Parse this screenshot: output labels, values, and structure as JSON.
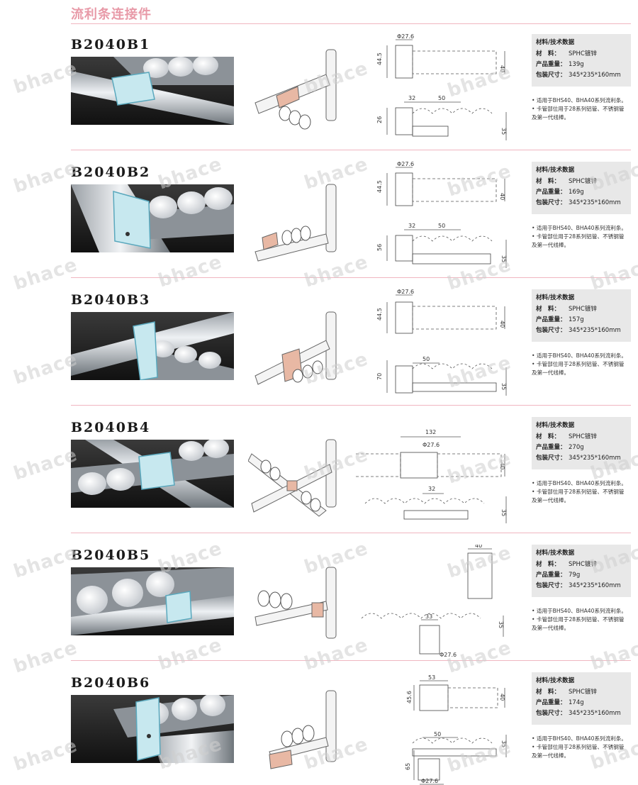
{
  "page": {
    "title": "流利条连接件"
  },
  "spec_labels": {
    "header": "材料/技术数据",
    "material": "材　料：",
    "weight": "产品重量：",
    "package": "包装尺寸："
  },
  "products": [
    {
      "model": "B2040B1",
      "material": "SPHC镀锌",
      "weight": "139g",
      "package": "345*235*160mm",
      "notes": [
        "• 适用于BHS40、BHA40系列流利条。",
        "• 卡管部位用于28系列铝管、不锈钢管",
        "及第一代线棒。"
      ],
      "dims": {
        "d1": "Φ27.6",
        "d2": "44.5",
        "d3": "40",
        "d4": "32",
        "d5": "50",
        "d6": "26",
        "d7": "35"
      }
    },
    {
      "model": "B2040B2",
      "material": "SPHC镀锌",
      "weight": "169g",
      "package": "345*235*160mm",
      "notes": [
        "• 适用于BHS40、BHA40系列流利条。",
        "• 卡管部位用于28系列铝管、不锈钢管",
        "及第一代线棒。"
      ],
      "dims": {
        "d1": "Φ27.6",
        "d2": "44.5",
        "d3": "40",
        "d4": "32",
        "d5": "50",
        "d6": "56",
        "d7": "35"
      }
    },
    {
      "model": "B2040B3",
      "material": "SPHC镀锌",
      "weight": "157g",
      "package": "345*235*160mm",
      "notes": [
        "• 适用于BHS40、BHA40系列流利条。",
        "• 卡管部位用于28系列铝管、不锈钢管",
        "及第一代线棒。"
      ],
      "dims": {
        "d1": "Φ27.6",
        "d2": "44.5",
        "d3": "40",
        "d5": "50",
        "d6": "70",
        "d7": "35"
      }
    },
    {
      "model": "B2040B4",
      "material": "SPHC镀锌",
      "weight": "270g",
      "package": "345*235*160mm",
      "notes": [
        "• 适用于BHS40、BHA40系列流利条。",
        "• 卡管部位用于28系列铝管、不锈钢管",
        "及第一代线棒。"
      ],
      "dims": {
        "d1": "132",
        "d2": "Φ27.6",
        "d3": "40",
        "d4": "32",
        "d7": "35"
      }
    },
    {
      "model": "B2040B5",
      "material": "SPHC镀锌",
      "weight": "79g",
      "package": "345*235*160mm",
      "notes": [
        "• 适用于BHS40、BHA40系列流利条。",
        "• 卡管部位用于28系列铝管、不锈钢管",
        "及第一代线棒。"
      ],
      "dims": {
        "d1": "40",
        "d2": "33",
        "d3": "35",
        "d4": "Φ27.6"
      }
    },
    {
      "model": "B2040B6",
      "material": "SPHC镀锌",
      "weight": "174g",
      "package": "345*235*160mm",
      "notes": [
        "• 适用于BHS40、BHA40系列流利条。",
        "• 卡管部位用于28系列铝管、不锈钢管",
        "及第一代线棒。"
      ],
      "dims": {
        "d1": "53",
        "d2": "45.6",
        "d3": "40",
        "d5": "50",
        "d6": "65",
        "d7": "35",
        "d8": "Φ27.6"
      }
    }
  ],
  "watermark": {
    "text": "bhace"
  }
}
